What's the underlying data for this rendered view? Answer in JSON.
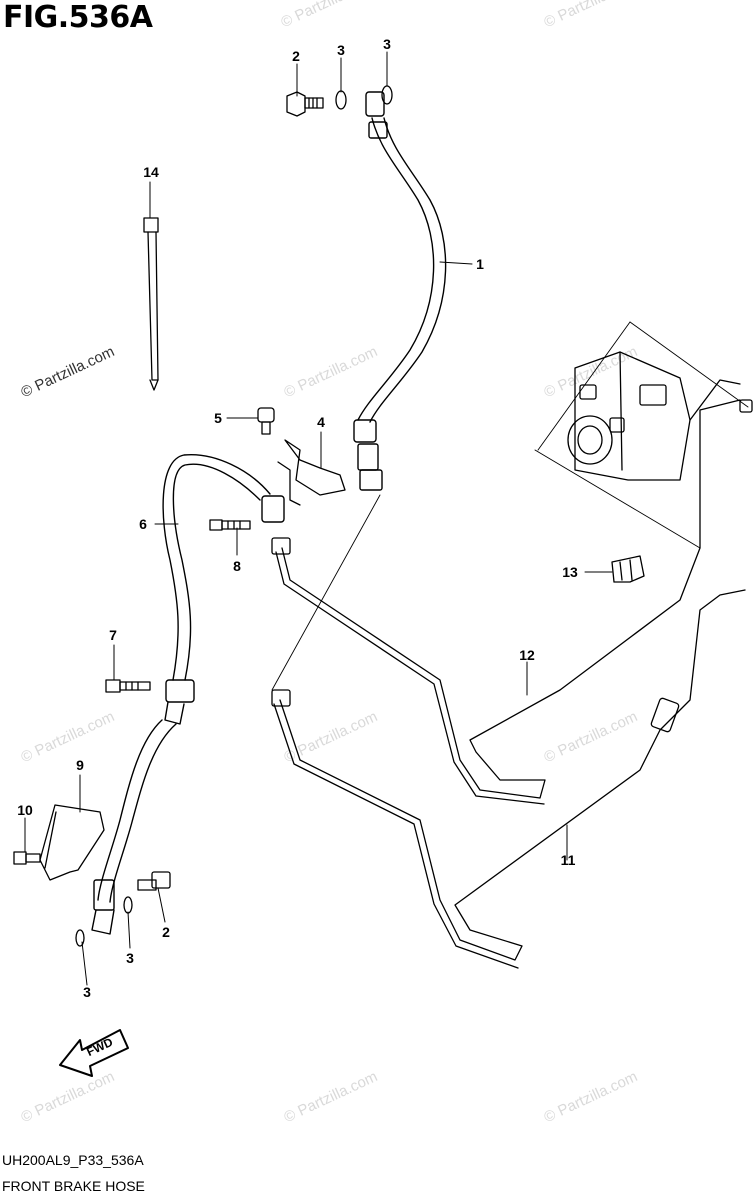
{
  "figure": {
    "title": "FIG.536A",
    "code": "UH200AL9_P33_536A",
    "caption": "FRONT BRAKE HOSE"
  },
  "watermark": {
    "text": "© Partzilla.com",
    "color": "#d9d9d9"
  },
  "callouts": {
    "c1": "1",
    "c2a": "2",
    "c2b": "2",
    "c3a": "3",
    "c3b": "3",
    "c3c": "3",
    "c3d": "3",
    "c4": "4",
    "c5": "5",
    "c6": "6",
    "c7": "7",
    "c8": "8",
    "c9": "9",
    "c10": "10",
    "c11": "11",
    "c12": "12",
    "c13": "13",
    "c14": "14"
  },
  "fwd_label": "FWD"
}
